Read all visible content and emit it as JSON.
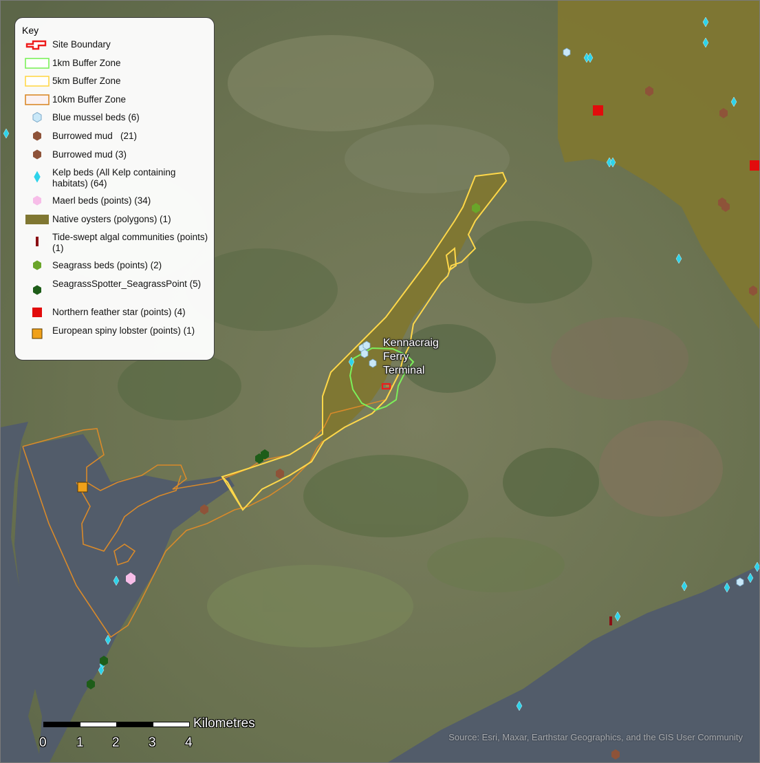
{
  "legend": {
    "title": "Key",
    "items": [
      {
        "id": "site-boundary",
        "label": "Site Boundary",
        "symbol": "site-boundary-swatch",
        "color": "#ee1c1c"
      },
      {
        "id": "buffer-1km",
        "label": "1km Buffer Zone",
        "symbol": "outline-box-swatch",
        "color": "#7cf05a"
      },
      {
        "id": "buffer-5km",
        "label": "5km Buffer Zone",
        "symbol": "outline-box-swatch",
        "color": "#ffd84a"
      },
      {
        "id": "buffer-10km",
        "label": "10km Buffer Zone",
        "symbol": "outline-box-swatch",
        "color": "#d98a2a"
      },
      {
        "id": "blue-mussel",
        "label": "Blue mussel beds (6)",
        "symbol": "hexagon-icon",
        "color": "#c9e8f8"
      },
      {
        "id": "burrowed-mud-21",
        "label": "Burrowed mud   (21)",
        "symbol": "hexagon-icon",
        "color": "#8e5339"
      },
      {
        "id": "burrowed-mud-3",
        "label": "Burrowed mud (3)",
        "symbol": "hexagon-icon",
        "color": "#8e5339"
      },
      {
        "id": "kelp",
        "label": "Kelp beds (All Kelp containing habitats) (64)",
        "symbol": "diamond-icon",
        "color": "#2ed3ea"
      },
      {
        "id": "maerl",
        "label": "Maerl beds (points) (34)",
        "symbol": "hexagon-icon",
        "color": "#f7bde8"
      },
      {
        "id": "native-oysters",
        "label": "Native oysters (polygons) (1)",
        "symbol": "fill-box-swatch",
        "color": "#807732"
      },
      {
        "id": "tide-swept",
        "label": "Tide-swept algal communities (points) (1)",
        "symbol": "bar-icon",
        "color": "#8b0f14"
      },
      {
        "id": "seagrass-beds",
        "label": "Seagrass beds (points) (2)",
        "symbol": "hexagon-icon",
        "color": "#6aa52a"
      },
      {
        "id": "seagrass-spotter",
        "label": "SeagrassSpotter_SeagrassPoint (5)",
        "symbol": "hexagon-icon",
        "color": "#1e5d19"
      },
      {
        "id": "feather-star",
        "label": "Northern feather star (points) (4)",
        "symbol": "square-icon",
        "color": "#e20c0c"
      },
      {
        "id": "spiny-lobster",
        "label": "European spiny lobster (points) (1)",
        "symbol": "square-icon",
        "color": "#f0a11a"
      }
    ]
  },
  "place_label": [
    "Kennacraig",
    "Ferry",
    "Terminal"
  ],
  "scalebar": {
    "unit": "Kilometres",
    "ticks": [
      "0",
      "1",
      "2",
      "3",
      "4"
    ]
  },
  "credit": "Source: Esri, Maxar, Earthstar Geographics, and the GIS User Community",
  "colors": {
    "land": "#6f7a55",
    "sea": "#525c6a",
    "oyster_fill": "#807732"
  }
}
